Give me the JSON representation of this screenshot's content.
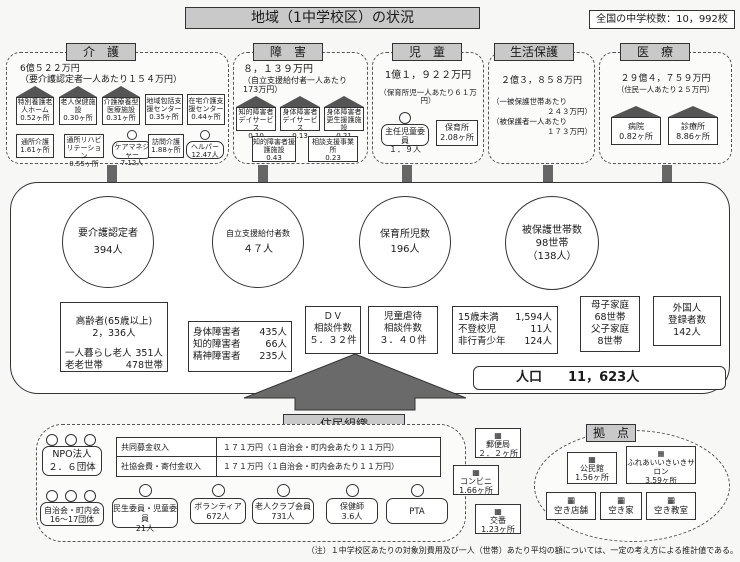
{
  "title": "地域（1中学校区）の状況",
  "schools": "全国の中学校数：10，992校",
  "tabs": {
    "kaigo": "介　護",
    "shogai": "障　害",
    "jido": "児　童",
    "seikatsu": "生活保護",
    "iryo": "医　療"
  },
  "kaigo": {
    "cost": "6億５２２万円",
    "cost_note": "（要介護認定者一人あたり１５４万円）",
    "facilities": [
      {
        "label": "特別養護老人ホーム",
        "value": "0.52ヶ所"
      },
      {
        "label": "老人保健施設",
        "value": "0.30ヶ所"
      },
      {
        "label": "介護療養型医療施設",
        "value": "0.31ヶ所"
      },
      {
        "label": "地域包括支援センター",
        "value": "0.35ヶ所"
      },
      {
        "label": "在宅介護支援センター",
        "value": "0.44ヶ所"
      },
      {
        "label": "通所介護",
        "value": "1.61ヶ所"
      },
      {
        "label": "通所リハビリテーション",
        "value": "0.55ヶ所"
      },
      {
        "label": "ケアマネジャー",
        "value": "7.12人"
      },
      {
        "label": "訪問介護",
        "value": "1.88ヶ所"
      },
      {
        "label": "ヘルパー",
        "value": "12.47人"
      }
    ],
    "circle_label": "要介護認定者",
    "circle_value": "394人",
    "elder1": "高齢者(65歳以上)",
    "elder1_val": "2，336人",
    "elder2": "一人暮らし老人",
    "elder2_val": "351人",
    "elder3": "老老世帯",
    "elder3_val": "478世帯"
  },
  "shogai": {
    "cost": "８，１３９万円",
    "cost_note": "（自立支援給付者一人あたり",
    "cost_note2": "173万円）",
    "facilities": [
      {
        "label": "知的障害者デイサービス",
        "value": "0.10"
      },
      {
        "label": "身体障害者デイサービス",
        "value": "0.13"
      },
      {
        "label": "身体障害者更生援護施設",
        "value": "0.21"
      },
      {
        "label": "知的障害者援護施設",
        "value": "0.43"
      },
      {
        "label": "相談支援事業所",
        "value": "0.23"
      }
    ],
    "circle_label": "自立支援給付者数",
    "circle_value": "４７人",
    "rows": [
      {
        "label": "身体障害者",
        "value": "435人"
      },
      {
        "label": "知的障害者",
        "value": "66人"
      },
      {
        "label": "精神障害者",
        "value": "235人"
      }
    ]
  },
  "jido": {
    "cost": "1億１，９２２万円",
    "cost_note": "（保育所児一人あたり６１万円）",
    "person_label": "主任児童委員",
    "person_value": "１．９人",
    "facility_label": "保育所",
    "facility_value": "2.08ヶ所",
    "circle_label": "保育所児数",
    "circle_value": "196人",
    "dv_label": "ＤＶ",
    "dv_label2": "相談件数",
    "dv_value": "５．３２件",
    "abuse_label": "児童虐待",
    "abuse_label2": "相談件数",
    "abuse_value": "３．４０件"
  },
  "seikatsu": {
    "cost": "２億３，８５８万円",
    "note1": "（一被保護世帯あたり",
    "note1_val": "２４３万円）",
    "note2": "（被保護者一人あたり",
    "note2_val": "１７３万円）",
    "circle_label": "被保護世帯数",
    "circle_value": "98世帯",
    "circle_value2": "（138人）",
    "rows": [
      {
        "label": "15歳未満",
        "value": "1,594人"
      },
      {
        "label": "不登校児",
        "value": "11人"
      },
      {
        "label": "非行青少年",
        "value": "124人"
      }
    ],
    "boshi": "母子家庭",
    "boshi_val": "68世帯",
    "fushi": "父子家庭",
    "fushi_val": "8世帯"
  },
  "iryo": {
    "cost": "２９億４，７５９万円",
    "cost_note": "（住民一人あたり２５万円）",
    "hospital": "病院",
    "hospital_val": "0.82ヶ所",
    "clinic": "診療所",
    "clinic_val": "8.86ヶ所",
    "foreign": "外国人",
    "foreign2": "登録者数",
    "foreign_val": "142人"
  },
  "population": "人口　　11，623人",
  "jumin": "住民組織",
  "npo_label": "NPO法人",
  "npo_value": "２．６団体",
  "jichi_label": "自治会・町内会",
  "jichi_value": "16～17団体",
  "income_rows": [
    {
      "label": "共同募金収入",
      "value": "１７１万円（１自治会・町内会あたり１１万円）"
    },
    {
      "label": "社協会費・寄付金収入",
      "value": "１７１万円（１自治会・町内会あたり１１万円）"
    }
  ],
  "orgs": [
    {
      "label": "民生委員・児童委員",
      "value": "21人"
    },
    {
      "label": "ボランティア",
      "value": "672人"
    },
    {
      "label": "老人クラブ会員",
      "value": "731人"
    },
    {
      "label": "保健師",
      "value": "3.6人"
    },
    {
      "label": "PTA",
      "value": ""
    }
  ],
  "post": {
    "label": "郵便局",
    "value": "２．２ヶ所"
  },
  "conv": {
    "label": "コンビニ",
    "value": "1.66ヶ所"
  },
  "koban": {
    "label": "交番",
    "value": "1.23ヶ所"
  },
  "kyoten": "拠　点",
  "kominkan": {
    "label": "公民館",
    "value": "1.56ヶ所"
  },
  "salon": {
    "label": "ふれあいいきいきサロン",
    "value": "3.59ヶ所"
  },
  "akichi": [
    "空き店舗",
    "空き家",
    "空き教室"
  ],
  "footnote": "（注）１中学校区あたりの対象別費用及び一人（世帯）あたり平均の額については、一定の考え方による推計値である。"
}
